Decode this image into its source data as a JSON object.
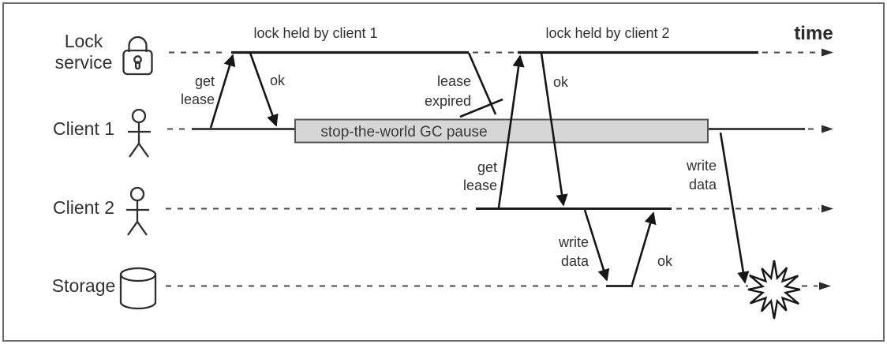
{
  "figure": {
    "type": "sequence-diagram",
    "time_label": "time",
    "lanes": [
      {
        "id": "lock-service",
        "label_lines": [
          "Lock",
          "service"
        ],
        "icon": "padlock-icon"
      },
      {
        "id": "client-1",
        "label_lines": [
          "Client 1"
        ],
        "icon": "person-icon"
      },
      {
        "id": "client-2",
        "label_lines": [
          "Client 2"
        ],
        "icon": "person-icon"
      },
      {
        "id": "storage",
        "label_lines": [
          "Storage"
        ],
        "icon": "database-cylinder-icon"
      }
    ],
    "annotations": {
      "lock_held_1": "lock held by client 1",
      "lock_held_2": "lock held by client 2",
      "gc_pause": "stop-the-world GC pause"
    },
    "messages": {
      "get_lease_1": {
        "lines": [
          "get",
          "lease"
        ],
        "from": "client-1",
        "to": "lock-service"
      },
      "ok_1": {
        "lines": [
          "ok"
        ],
        "from": "lock-service",
        "to": "client-1"
      },
      "lease_expired": {
        "lines": [
          "lease",
          "expired"
        ],
        "from": "lock-service",
        "to": "client-1",
        "status": "lost"
      },
      "get_lease_2": {
        "lines": [
          "get",
          "lease"
        ],
        "from": "client-2",
        "to": "lock-service"
      },
      "ok_2": {
        "lines": [
          "ok"
        ],
        "from": "lock-service",
        "to": "client-2"
      },
      "write_data_1": {
        "lines": [
          "write",
          "data"
        ],
        "from": "client-2",
        "to": "storage"
      },
      "ok_3": {
        "lines": [
          "ok"
        ],
        "from": "storage",
        "to": "client-2"
      },
      "write_data_2": {
        "lines": [
          "write",
          "data"
        ],
        "from": "client-1",
        "to": "storage",
        "status": "conflict"
      }
    },
    "colors": {
      "line": "#1c1c1c",
      "dash": "#4a4a4a",
      "text": "#323232",
      "gc_box_fill": "#d6d6d6",
      "gc_box_border": "#565656",
      "border": "#6b6b6b",
      "background": "#ffffff"
    }
  }
}
